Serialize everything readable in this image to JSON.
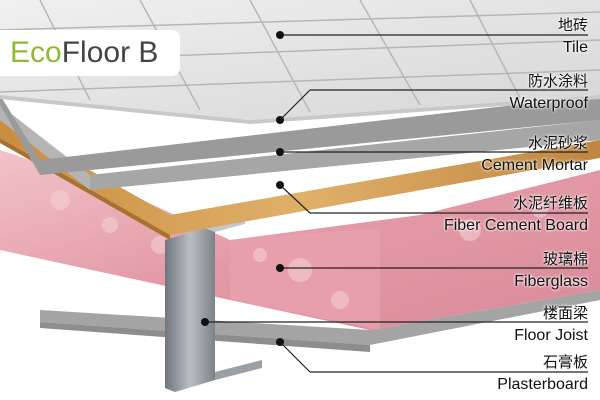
{
  "brand": {
    "eco": "Eco",
    "rest": "Floor B"
  },
  "layers": [
    {
      "zh": "地砖",
      "en": "Tile"
    },
    {
      "zh": "防水涂料",
      "en": "Waterproof"
    },
    {
      "zh": "水泥砂浆",
      "en": "Cement Mortar"
    },
    {
      "zh": "水泥纤维板",
      "en": "Fiber Cement Board"
    },
    {
      "zh": "玻璃棉",
      "en": "Fiberglass"
    },
    {
      "zh": "楼面梁",
      "en": "Floor Joist"
    },
    {
      "zh": "石膏板",
      "en": "Plasterboard"
    }
  ],
  "colors": {
    "tile": "#e3e3e3",
    "grout": "#b9b9b9",
    "waterproof": "#9c9c9c",
    "mortar": "#b4b4b4",
    "board": "#d19a4c",
    "fiberglass": "#e8a9b3",
    "joist": "#8a9096",
    "plaster": "#a7a7a7",
    "brand_accent": "#8dbb35"
  }
}
